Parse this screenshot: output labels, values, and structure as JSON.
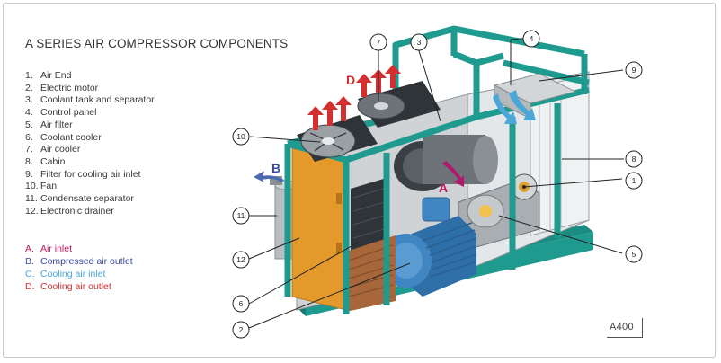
{
  "title": "A SERIES AIR COMPRESSOR COMPONENTS",
  "components": [
    {
      "num": "1.",
      "label": "Air End"
    },
    {
      "num": "2.",
      "label": "Electric motor"
    },
    {
      "num": "3.",
      "label": "Coolant tank and separator"
    },
    {
      "num": "4.",
      "label": "Control panel"
    },
    {
      "num": "5.",
      "label": "Air filter"
    },
    {
      "num": "6.",
      "label": "Coolant cooler"
    },
    {
      "num": "7.",
      "label": "Air cooler"
    },
    {
      "num": "8.",
      "label": "Cabin"
    },
    {
      "num": "9.",
      "label": "Filter for cooling air inlet"
    },
    {
      "num": "10.",
      "label": "Fan"
    },
    {
      "num": "11.",
      "label": "Condensate separator"
    },
    {
      "num": "12.",
      "label": "Electronic drainer"
    }
  ],
  "flows": [
    {
      "letter": "A.",
      "label": "Air inlet",
      "color": "#c2185b"
    },
    {
      "letter": "B.",
      "label": "Compressed air outlet",
      "color": "#3a4a9e"
    },
    {
      "letter": "C.",
      "label": "Cooling air inlet",
      "color": "#4aa8d8"
    },
    {
      "letter": "D.",
      "label": "Cooling air outlet",
      "color": "#d32f2f"
    }
  ],
  "callouts": [
    "1",
    "2",
    "3",
    "4",
    "5",
    "6",
    "7",
    "8",
    "9",
    "10",
    "11",
    "12"
  ],
  "flow_markers": {
    "a": "A",
    "b": "B",
    "d": "D"
  },
  "model": "A400",
  "colors": {
    "frame": "#1f9a8f",
    "panel": "#e39a2b",
    "motor": "#3f86c3",
    "arrow_red": "#d32f2f",
    "arrow_blue": "#4aa8d8"
  }
}
